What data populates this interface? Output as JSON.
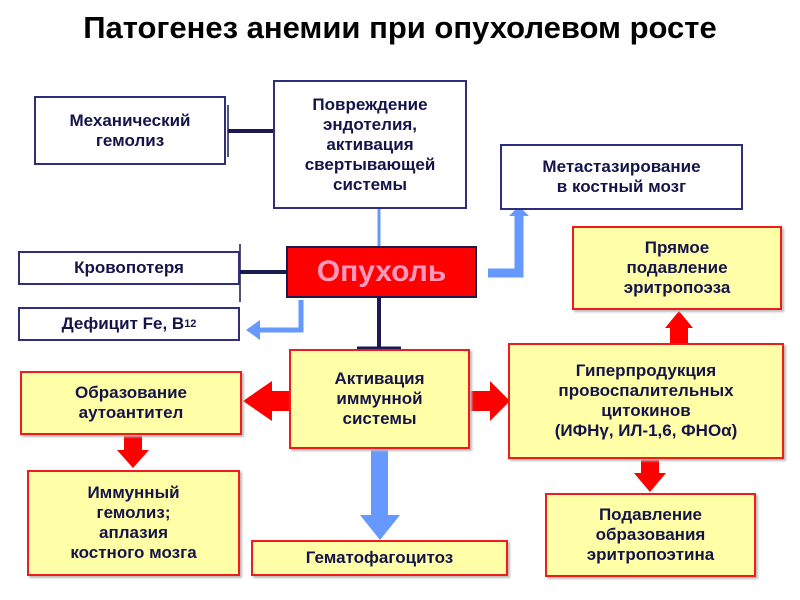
{
  "title": "Патогенез анемии при опухолевом росте",
  "nodes": {
    "mech_hemolysis": "Механический\nгемолиз",
    "endothelium": "Повреждение\nэндотелия,\nактивация\nсвертывающей\nсистемы",
    "metastasis": "Метастазирование\nв костный мозг",
    "blood_loss": "Кровопотеря",
    "deficiency": "Дефицит Fe, B",
    "deficiency_sub": "12",
    "tumor": "Опухоль",
    "direct_suppression": "Прямое\nподавление\nэритропоэза",
    "immune_activation": "Активация\nиммунной\nсистемы",
    "autoantibodies": "Образование\nаутоантител",
    "cytokines": "Гиперпродукция\nпровоспалительных\nцитокинов\n(ИФНγ, ИЛ-1,6, ФНОα)",
    "immune_hemolysis": "Иммунный\nгемолиз;\nаплазия\nкостного мозга",
    "hemophagocytosis": "Гематофагоцитоз",
    "epo_suppression": "Подавление\nобразования\nэритропоэтина"
  },
  "colors": {
    "red_arrow": "#ff0000",
    "blue_arrow": "#6699ff",
    "navy_line": "#1a1a4e",
    "tumor_fill": "#ff0000",
    "yellow_fill": "#ffffa8"
  }
}
